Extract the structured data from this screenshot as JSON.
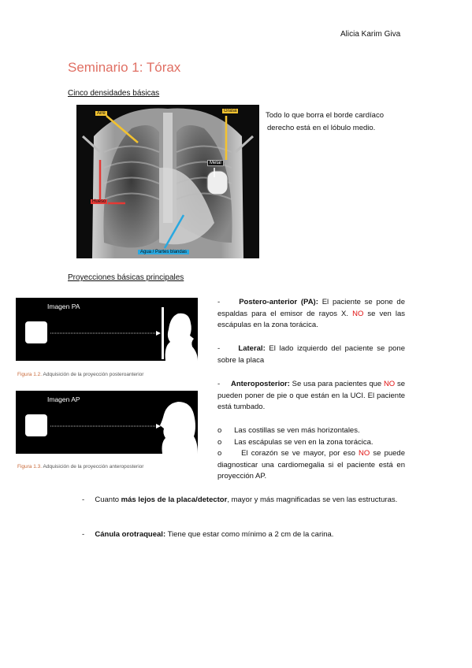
{
  "header": {
    "author": "Alicia Karim Giva"
  },
  "title": "Seminario 1: Tórax",
  "section1": {
    "heading": "Cinco densidades básicas",
    "xray_labels": {
      "aire": "Aire",
      "grasa": "Grasa",
      "metal": "Metal",
      "hueso": "Hueso",
      "agua": "Agua / Partes blandas"
    },
    "note_line1": "Todo lo que borra el borde cardíaco",
    "note_line2": "derecho está en el lóbulo medio."
  },
  "section2": {
    "heading": "Proyecciones básicas principales",
    "panel1": {
      "label": "Imagen PA",
      "caption_fig": "Figura 1.2.",
      "caption_text": " Adquisición de la proyección posteroanterior"
    },
    "panel2": {
      "label": "Imagen AP",
      "caption_fig": "Figura 1.3.",
      "caption_text": " Adquisición de la proyección anteroposterior"
    },
    "pa": {
      "dash": "-",
      "term": "Postero-anterior (PA):",
      "text": " El paciente se pone de espaldas para el emisor de rayos X. ",
      "no": "NO",
      "text2": " se ven las escápulas en la zona torácica."
    },
    "lat": {
      "dash": "-",
      "term": "Lateral:",
      "text": " El lado izquierdo del paciente se pone sobre la placa"
    },
    "ap": {
      "dash": "-",
      "term": "Anteroposterior:",
      "text": " Se usa para pacientes que ",
      "no": "NO",
      "text2": " se pueden poner de pie o que están en la UCI. El paciente está tumbado."
    },
    "sub": [
      {
        "marker": "o",
        "text": "Las costillas se ven más horizontales."
      },
      {
        "marker": "o",
        "text": "Las escápulas se ven en la zona torácica."
      },
      {
        "marker": "o",
        "text_a": "El corazón se ve mayor, por eso ",
        "no": "NO",
        "text_b": " se puede diagnosticar una cardiomegalia si el paciente está en proyección AP."
      }
    ]
  },
  "bullets": [
    {
      "dash": "-",
      "pre": "Cuanto ",
      "bold": "más lejos de la placa/detector",
      "post": ", mayor y más magnificadas se ven las estructuras."
    },
    {
      "dash": "-",
      "bold": "Cánula orotraqueal:",
      "post": " Tiene que estar como mínimo a 2 cm de la carina."
    }
  ],
  "colors": {
    "title": "#e06f63",
    "negation": "#e01010",
    "aire": "#f2c230",
    "hueso": "#e53935",
    "agua": "#29a8e0"
  }
}
